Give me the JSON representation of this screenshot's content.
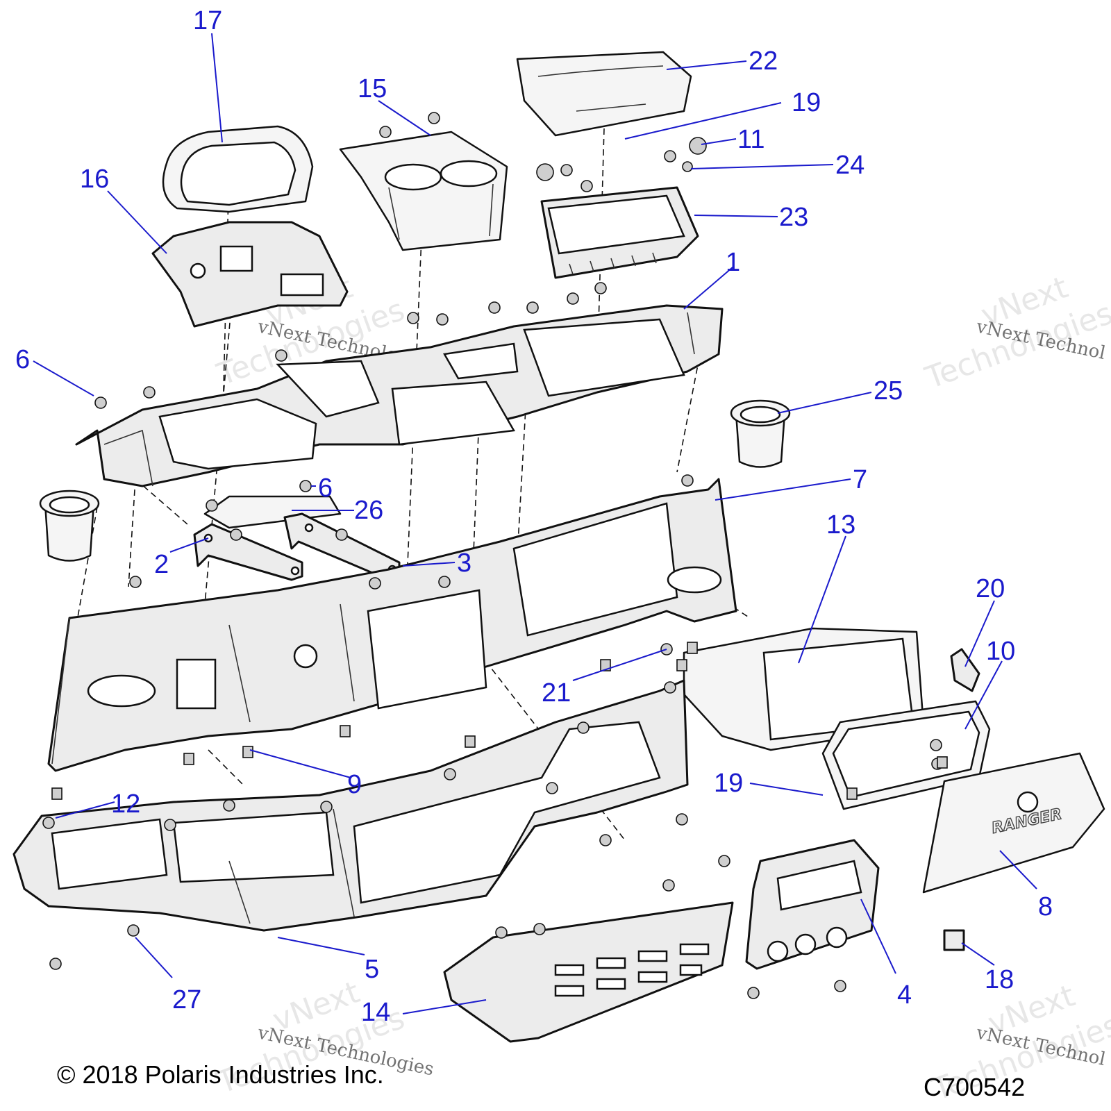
{
  "callouts": [
    {
      "num": "17"
    },
    {
      "num": "16"
    },
    {
      "num": "15"
    },
    {
      "num": "22"
    },
    {
      "num": "19"
    },
    {
      "num": "11"
    },
    {
      "num": "24"
    },
    {
      "num": "23"
    },
    {
      "num": "1"
    },
    {
      "num": "6"
    },
    {
      "num": "25"
    },
    {
      "num": "6"
    },
    {
      "num": "26"
    },
    {
      "num": "7"
    },
    {
      "num": "2"
    },
    {
      "num": "3"
    },
    {
      "num": "13"
    },
    {
      "num": "20"
    },
    {
      "num": "10"
    },
    {
      "num": "21"
    },
    {
      "num": "9"
    },
    {
      "num": "19"
    },
    {
      "num": "12"
    },
    {
      "num": "8"
    },
    {
      "num": "5"
    },
    {
      "num": "27"
    },
    {
      "num": "14"
    },
    {
      "num": "4"
    },
    {
      "num": "18"
    }
  ],
  "watermark": {
    "line1": "vNext",
    "line2": "Technologies",
    "full": "vNext Technologies",
    "short": "vNext Technol"
  },
  "copyright": "© 2018 Polaris Industries Inc.",
  "diagram_code": "C700542",
  "glovebox_emboss": "RANGER"
}
